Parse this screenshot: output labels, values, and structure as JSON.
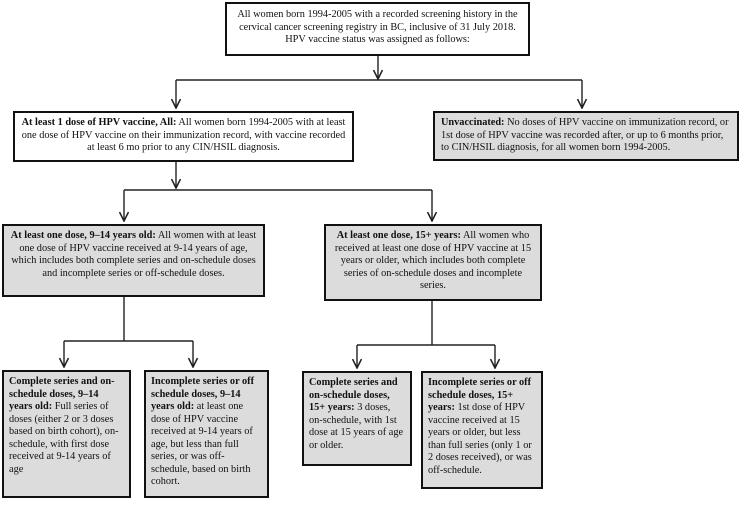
{
  "root": {
    "text": "All women born 1994-2005 with a recorded screening history in the cervical cancer screening registry in BC, inclusive of 31 July 2018. HPV vaccine status was assigned as follows:"
  },
  "vaccinated_all": {
    "title": "At least 1 dose of HPV vaccine, All:",
    "text": " All women born 1994-2005 with at least one dose of HPV vaccine on their immunization record, with vaccine recorded at least 6 mo prior to any CIN/HSIL diagnosis."
  },
  "unvaccinated": {
    "title": "Unvaccinated:",
    "text": " No doses of HPV vaccine on immunization record, or 1st dose of HPV vaccine was recorded after, or up to 6 months prior, to CIN/HSIL diagnosis, for all women born 1994-2005."
  },
  "dose_9_14": {
    "title": "At least one dose, 9–14 years old:",
    "text": " All women with at least one dose of HPV vaccine received at 9-14 years of age, which includes both complete series and on-schedule doses and incomplete series or off-schedule doses."
  },
  "dose_15plus": {
    "title": "At least one dose, 15+ years:",
    "text": " All women who received at least one dose of HPV vaccine at 15 years or older, which includes both complete series of on-schedule doses and incomplete series."
  },
  "complete_9_14": {
    "title": "Complete series and on-schedule doses, 9–14 years old:",
    "text": " Full series of doses (either 2 or 3 doses based on birth cohort), on-schedule, with first dose received at 9-14 years of age"
  },
  "incomplete_9_14": {
    "title": "Incomplete series or off schedule doses, 9–14 years old:",
    "text": " at least one dose of HPV vaccine received at 9-14 years of age, but less than full series, or was off-schedule, based on birth cohort."
  },
  "complete_15plus": {
    "title": "Complete series and on-schedule doses, 15+ years:",
    "text": " 3 doses, on-schedule, with 1st dose at 15 years of age or older."
  },
  "incomplete_15plus": {
    "title": "Incomplete series or off schedule doses, 15+ years:",
    "text": " 1st dose of HPV vaccine received at 15 years or older, but less than full series (only 1 or 2 doses received), or was off-schedule."
  }
}
